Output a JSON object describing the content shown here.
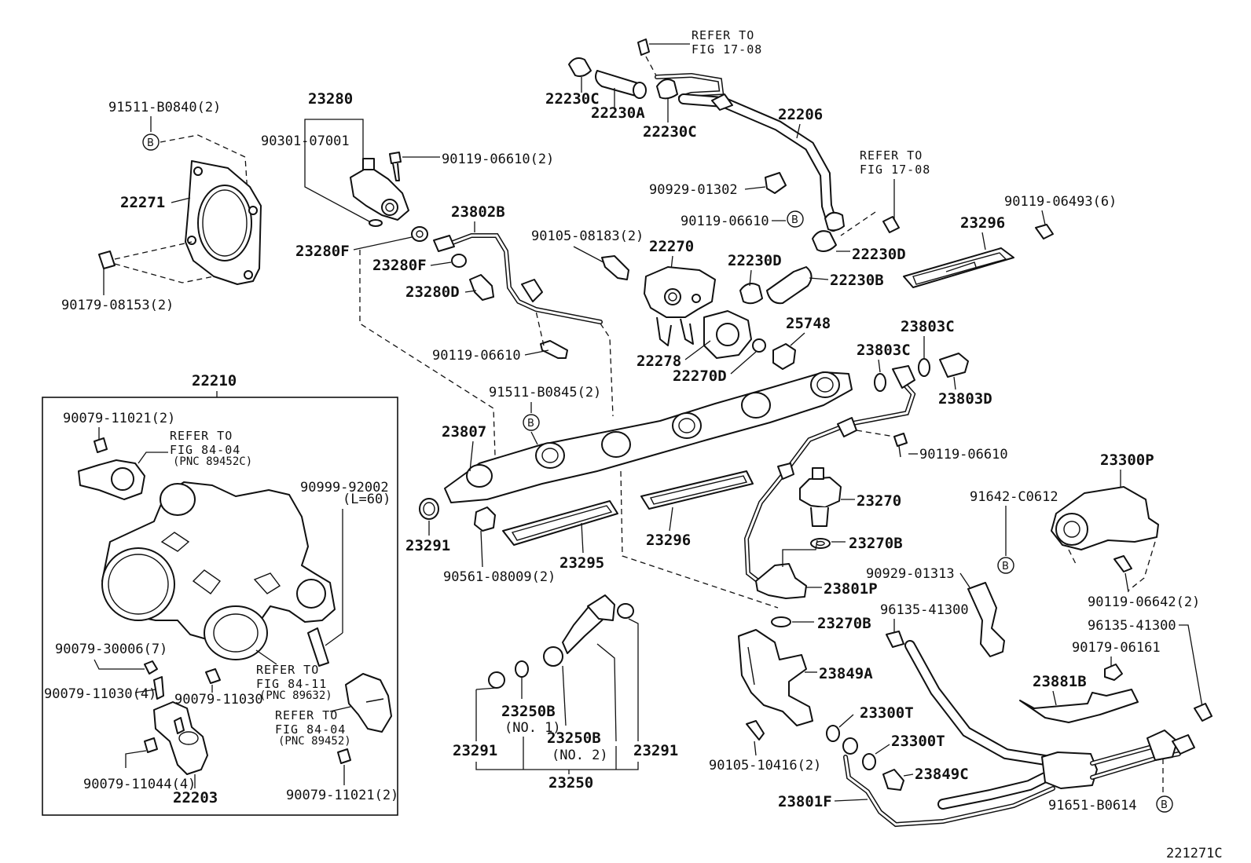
{
  "labels": {
    "p23280": "23280",
    "p91511_b0840": "91511-B0840(2)",
    "p90301_07001": "90301-07001",
    "p90119_06610_2": "90119-06610(2)",
    "p22271": "22271",
    "p23280f_a": "23280F",
    "p23280f_b": "23280F",
    "p23280d": "23280D",
    "p23802b": "23802B",
    "p90179_08153": "90179-08153(2)",
    "p90119_06610_a": "90119-06610",
    "p22230c_a": "22230C",
    "p22230a": "22230A",
    "p22230c_b": "22230C",
    "p22206": "22206",
    "p90929_01302": "90929-01302",
    "p90119_06610_b": "90119-06610",
    "p90105_08183": "90105-08183(2)",
    "p22270": "22270",
    "p22230d_a": "22230D",
    "p22230d_b": "22230D",
    "p22230b": "22230B",
    "p22278": "22278",
    "p22270d": "22270D",
    "p25748": "25748",
    "p90119_06493": "90119-06493(6)",
    "p23296_a": "23296",
    "p23803c_a": "23803C",
    "p23803c_b": "23803C",
    "p23803d": "23803D",
    "p90119_06610_c": "90119-06610",
    "p91511_b0845": "91511-B0845(2)",
    "p23807": "23807",
    "p22210": "22210",
    "p90079_11021_a": "90079-11021(2)",
    "p90999_92002": "90999-92002",
    "p90999_len": "(L=60)",
    "p90079_30006": "90079-30006(7)",
    "p90079_11030_4": "90079-11030(4)",
    "p90079_11030": "90079-11030",
    "p90079_11044": "90079-11044(4)",
    "p22203": "22203",
    "p90079_11021_b": "90079-11021(2)",
    "p23291_a": "23291",
    "p90561_08009": "90561-08009(2)",
    "p23295": "23295",
    "p23296_b": "23296",
    "p23270": "23270",
    "p23270b_a": "23270B",
    "p23270b_b": "23270B",
    "p23801p": "23801P",
    "p90929_01313": "90929-01313",
    "p96135_41300_a": "96135-41300",
    "p96135_41300_b": "96135-41300",
    "p23849a": "23849A",
    "p23300t_a": "23300T",
    "p23300t_b": "23300T",
    "p23849c": "23849C",
    "p90105_10416": "90105-10416(2)",
    "p23801f": "23801F",
    "p91642_c0612": "91642-C0612",
    "p23300p": "23300P",
    "p90119_06642": "90119-06642(2)",
    "p90179_06161": "90179-06161",
    "p23881b": "23881B",
    "p91651_b0614": "91651-B0614",
    "p23250b_1": "23250B",
    "p23250b_1n": "(NO. 1)",
    "p23250b_2": "23250B",
    "p23250b_2n": "(NO. 2)",
    "p23291_b": "23291",
    "p23291_c": "23291",
    "p23250": "23250",
    "fig_code": "221271C"
  },
  "refers": {
    "r1": {
      "l1": "REFER TO",
      "l2": "FIG 17-08"
    },
    "r2": {
      "l1": "REFER TO",
      "l2": "FIG 17-08"
    },
    "r3": {
      "l1": "REFER TO",
      "l2": "FIG 84-04",
      "l3": "(PNC 89452C)"
    },
    "r4": {
      "l1": "REFER TO",
      "l2": "FIG 84-11",
      "l3": "(PNC 89632)"
    },
    "r5": {
      "l1": "REFER TO",
      "l2": "FIG 84-04",
      "l3": "(PNC 89452)"
    }
  },
  "marks": {
    "b": "B"
  }
}
